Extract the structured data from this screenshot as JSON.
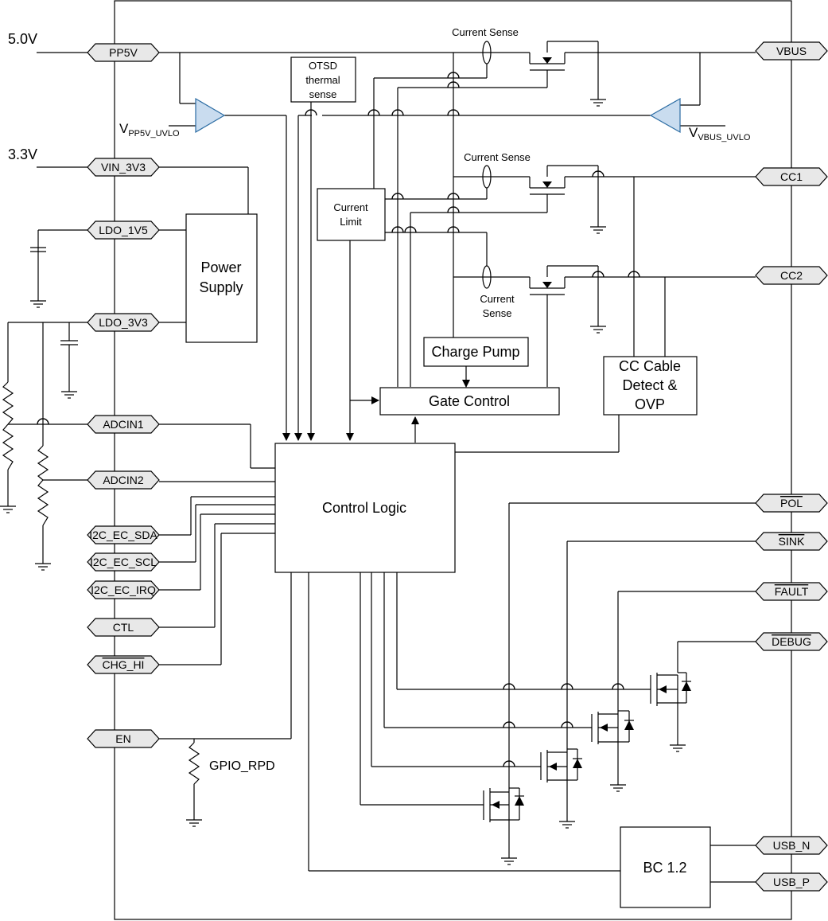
{
  "supplies": {
    "v5": "5.0V",
    "v33": "3.3V"
  },
  "pins_left": {
    "pp5v": "PP5V",
    "vin_3v3": "VIN_3V3",
    "ldo_1v5": "LDO_1V5",
    "ldo_3v3": "LDO_3V3",
    "adcin1": "ADCIN1",
    "adcin2": "ADCIN2",
    "i2c_sda": "I2C_EC_SDA",
    "i2c_scl": "I2C_EC_SCL",
    "i2c_irq": "I2C_EC_IRQ",
    "ctl": "CTL",
    "chg_hi": "CHG_HI",
    "en": "EN"
  },
  "pins_right": {
    "vbus": "VBUS",
    "cc1": "CC1",
    "cc2": "CC2",
    "pol": "POL",
    "sink": "SINK",
    "fault": "FAULT",
    "debug": "DEBUG",
    "usb_n": "USB_N",
    "usb_p": "USB_P"
  },
  "blocks": {
    "power_supply": [
      "Power",
      "Supply"
    ],
    "control_logic": "Control Logic",
    "gate_control": "Gate Control",
    "charge_pump": "Charge Pump",
    "cc_cable": [
      "CC Cable",
      "Detect &",
      "OVP"
    ],
    "bc12": "BC 1.2",
    "otsd": [
      "OTSD",
      "thermal",
      "sense"
    ],
    "current_limit": [
      "Current",
      "Limit"
    ]
  },
  "labels": {
    "current_sense_1": "Current Sense",
    "current_sense_2": "Current Sense",
    "current_sense_3a": "Current",
    "current_sense_3b": "Sense",
    "vpp5v_uvlo_main": "V",
    "vpp5v_uvlo_sub": "PP5V_UVLO",
    "vvbus_uvlo_main": "V",
    "vvbus_uvlo_sub": "VBUS_UVLO",
    "gpio_rpd": "GPIO_RPD"
  },
  "colors": {
    "amplifier_fill": "#c9dcef",
    "amplifier_stroke": "#2b6ca3",
    "pin_fill": "#e8e8e8"
  }
}
